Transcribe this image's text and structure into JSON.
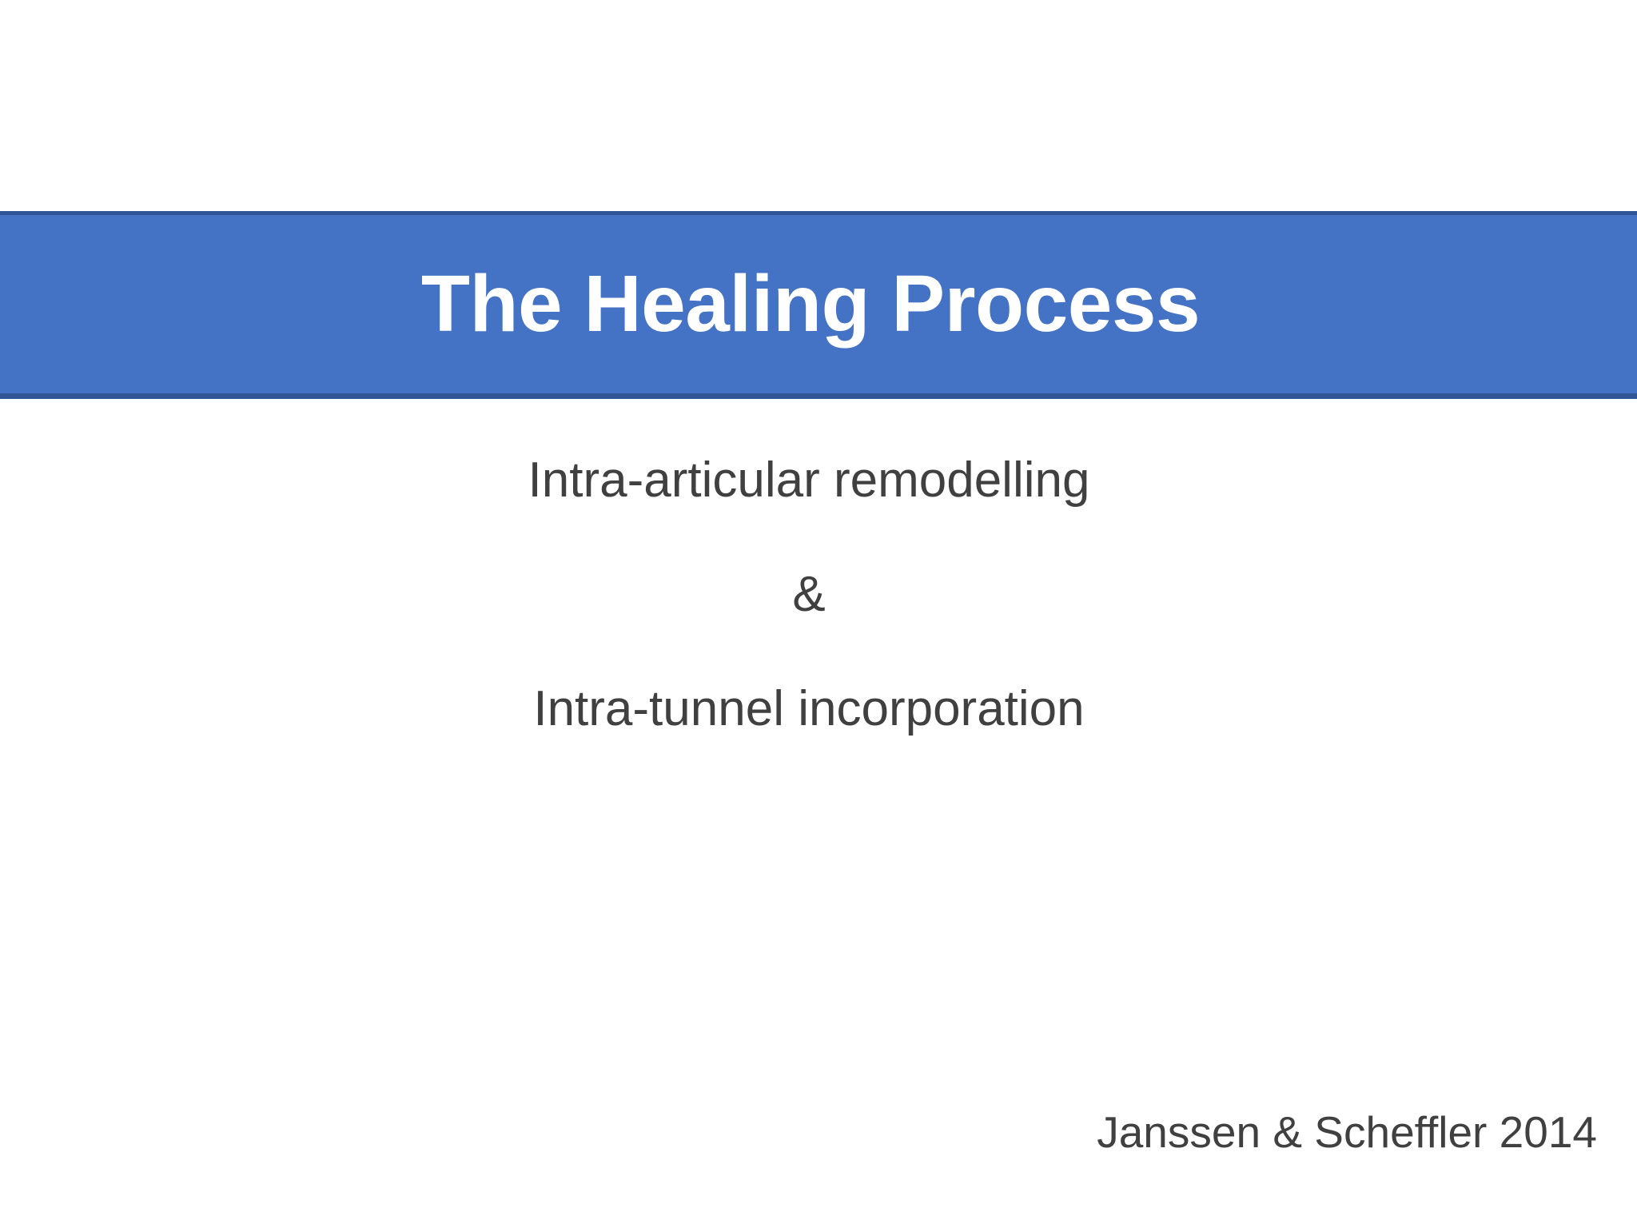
{
  "slide": {
    "background_color": "#FFFFFF",
    "title_banner": {
      "title": "The Healing Process",
      "fill_color": "#4472C4",
      "border_color": "#2F5597",
      "title_color": "#FFFFFF"
    },
    "body": {
      "text_color": "#404040",
      "lines": [
        "Intra-articular remodelling",
        "&",
        "Intra-tunnel incorporation"
      ]
    },
    "citation": {
      "text": "Janssen & Scheffler 2014",
      "text_color": "#404040"
    }
  }
}
